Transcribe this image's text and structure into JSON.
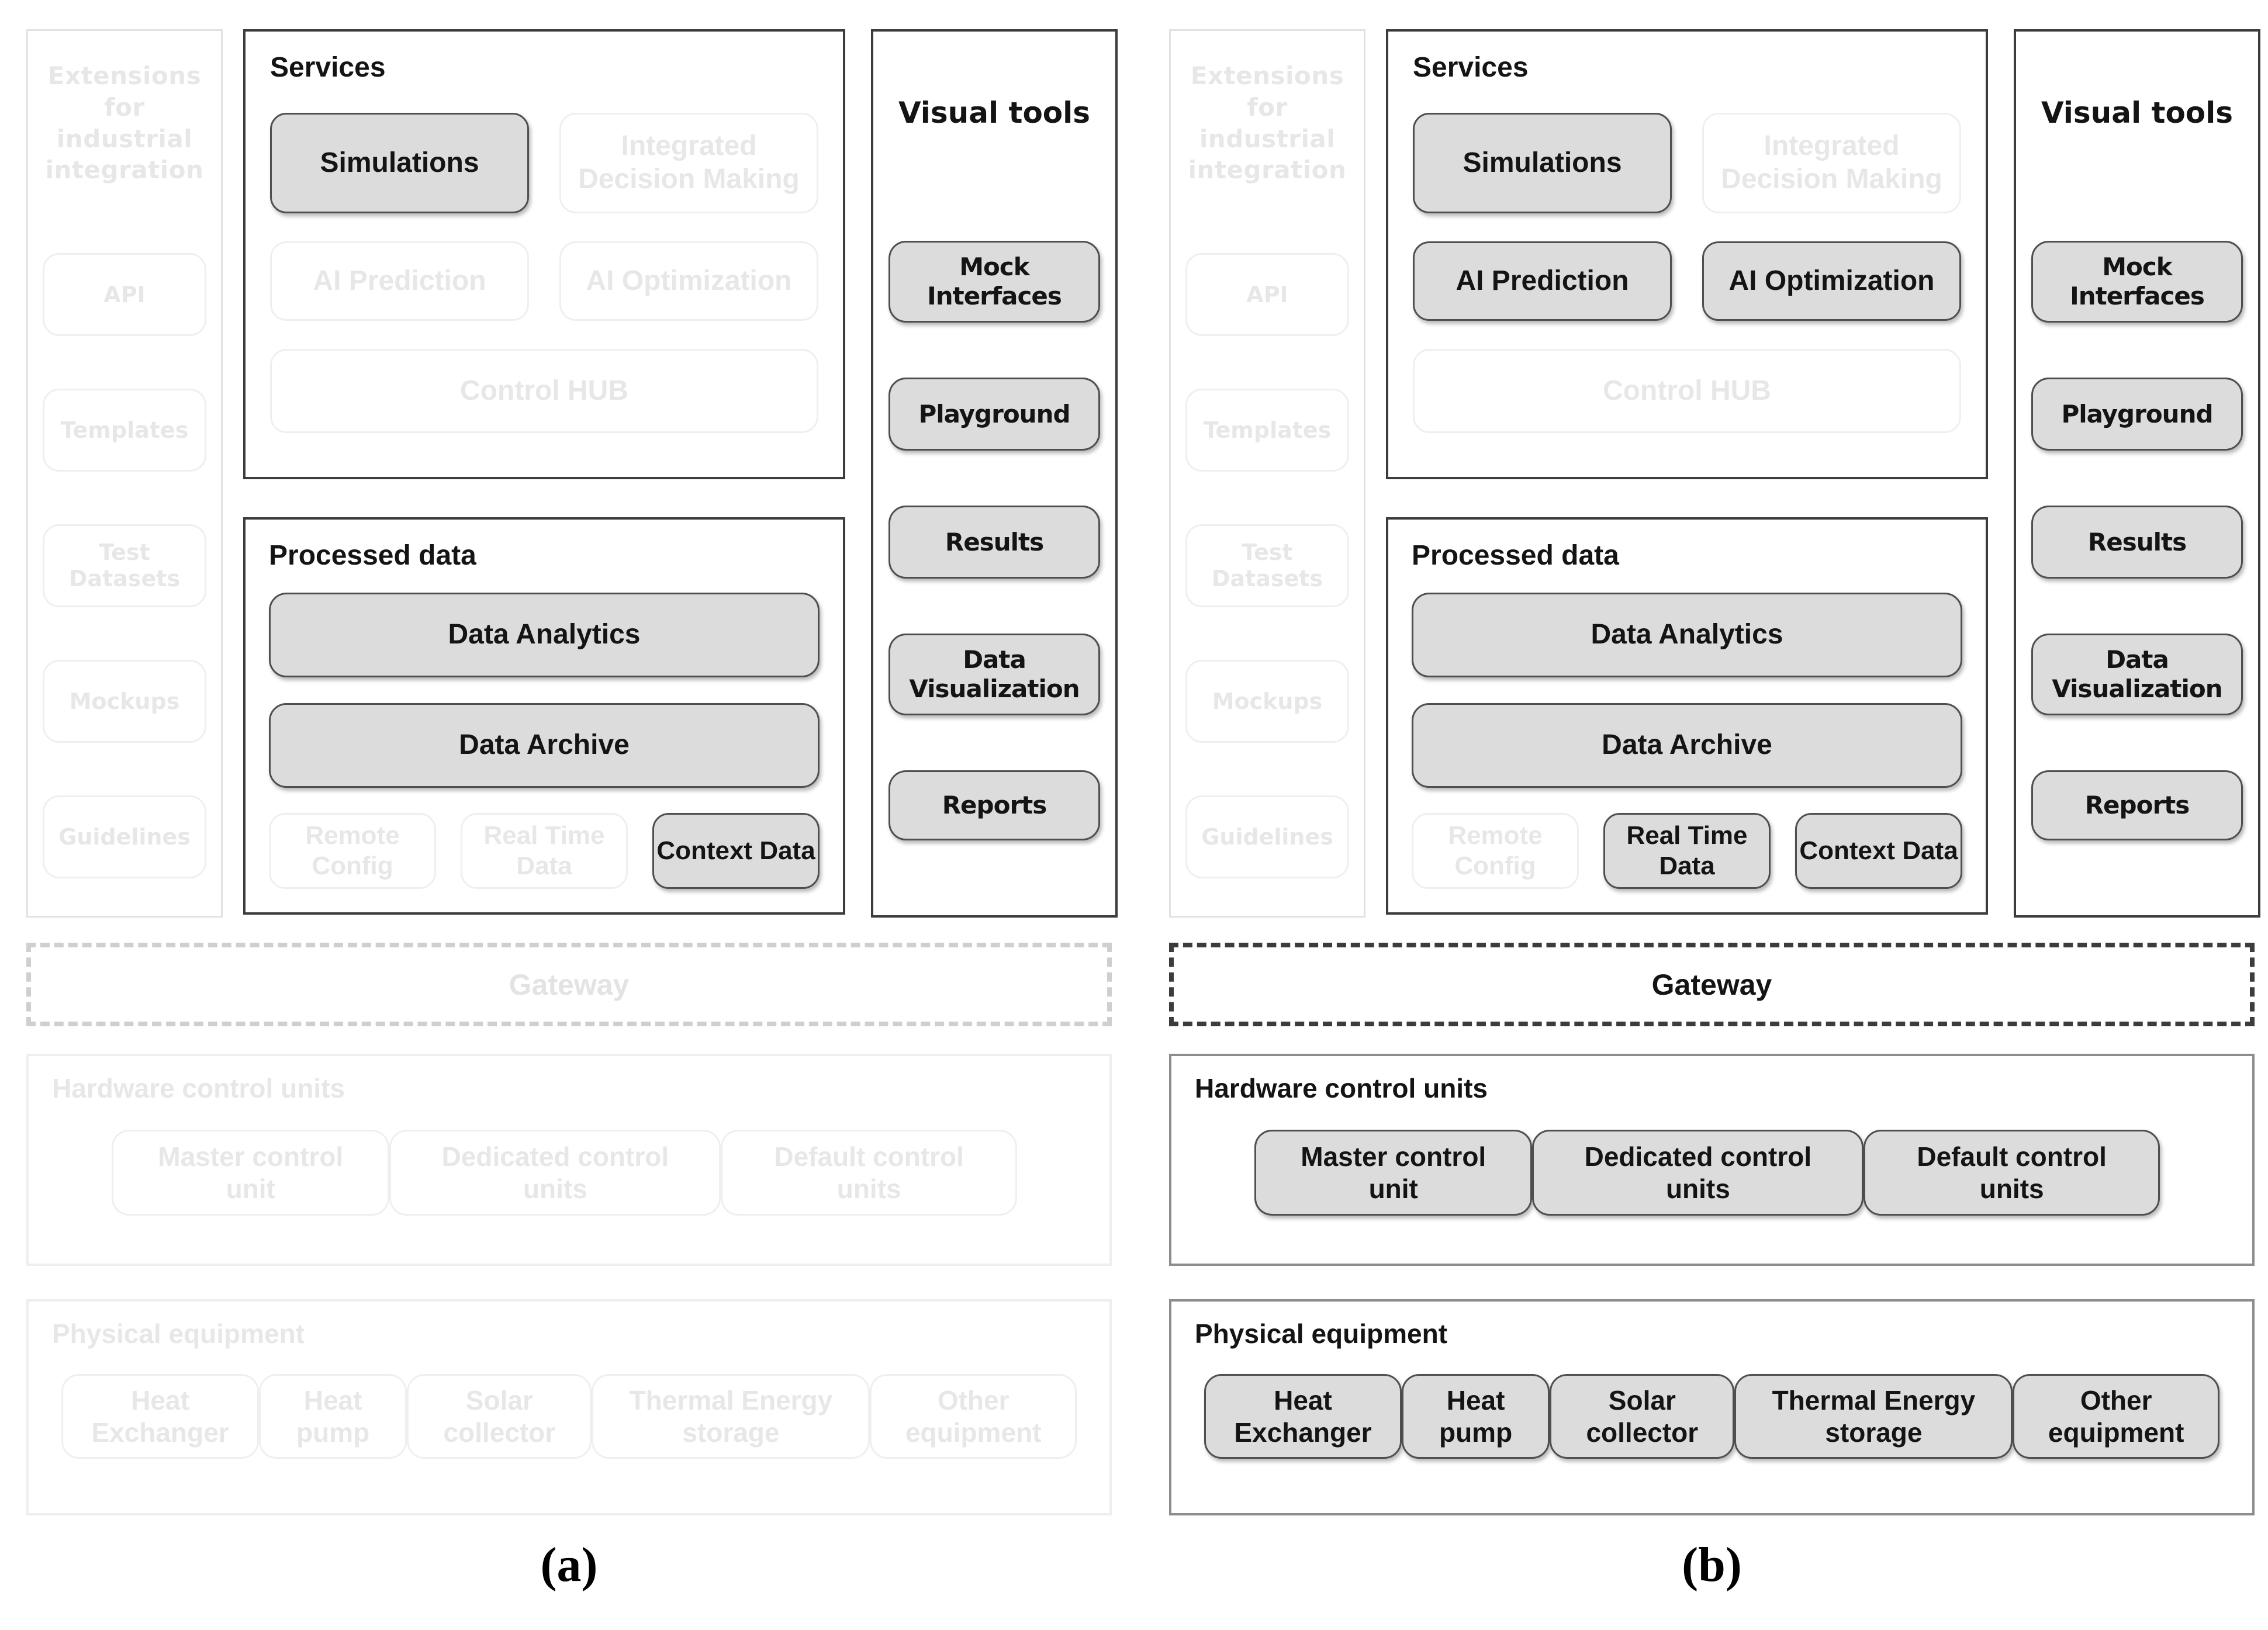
{
  "palette": {
    "active_fill": "#dcdcdc",
    "active_border": "#4f4f4f",
    "active_text": "#141414",
    "ghost_border": "#efefef",
    "ghost_text": "#e7e7e7",
    "section_frame_dark": "#3c3c3c",
    "section_frame_gray": "#8d8d8d",
    "gateway_dash_ghost": "#cfcfcf"
  },
  "panels": [
    {
      "caption": "(a)",
      "extensions": {
        "title": "Extensions for industrial integration",
        "items": [
          {
            "label": "API",
            "active": false
          },
          {
            "label": "Templates",
            "active": false
          },
          {
            "label": "Test Datasets",
            "active": false
          },
          {
            "label": "Mockups",
            "active": false
          },
          {
            "label": "Guidelines",
            "active": false
          }
        ]
      },
      "services": {
        "title": "Services",
        "items": [
          {
            "label": "Simulations",
            "active": true
          },
          {
            "label": "Integrated Decision Making",
            "active": false
          },
          {
            "label": "AI Prediction",
            "active": false
          },
          {
            "label": "AI Optimization",
            "active": false
          },
          {
            "label": "Control HUB",
            "active": false
          }
        ]
      },
      "processed": {
        "title": "Processed data",
        "items": [
          {
            "label": "Data Analytics",
            "active": true
          },
          {
            "label": "Data Archive",
            "active": true
          },
          {
            "label": "Remote Config",
            "active": false
          },
          {
            "label": "Real Time Data",
            "active": false
          },
          {
            "label": "Context Data",
            "active": true
          }
        ]
      },
      "visual_tools": {
        "title": "Visual tools",
        "items": [
          {
            "label": "Mock Interfaces",
            "active": true
          },
          {
            "label": "Playground",
            "active": true
          },
          {
            "label": "Results",
            "active": true
          },
          {
            "label": "Data Visualization",
            "active": true
          },
          {
            "label": "Reports",
            "active": true
          }
        ]
      },
      "gateway": {
        "label": "Gateway",
        "active": false
      },
      "hardware": {
        "title": "Hardware control units",
        "active": false,
        "items": [
          {
            "label": "Master control unit",
            "active": false
          },
          {
            "label": "Dedicated control units",
            "active": false
          },
          {
            "label": "Default control units",
            "active": false
          }
        ]
      },
      "physical": {
        "title": "Physical equipment",
        "active": false,
        "items": [
          {
            "label": "Heat Exchanger",
            "active": false
          },
          {
            "label": "Heat pump",
            "active": false
          },
          {
            "label": "Solar collector",
            "active": false
          },
          {
            "label": "Thermal Energy storage",
            "active": false
          },
          {
            "label": "Other equipment",
            "active": false
          }
        ]
      }
    },
    {
      "caption": "(b)",
      "extensions": {
        "title": "Extensions for industrial integration",
        "items": [
          {
            "label": "API",
            "active": false
          },
          {
            "label": "Templates",
            "active": false
          },
          {
            "label": "Test Datasets",
            "active": false
          },
          {
            "label": "Mockups",
            "active": false
          },
          {
            "label": "Guidelines",
            "active": false
          }
        ]
      },
      "services": {
        "title": "Services",
        "items": [
          {
            "label": "Simulations",
            "active": true
          },
          {
            "label": "Integrated Decision Making",
            "active": false
          },
          {
            "label": "AI Prediction",
            "active": true
          },
          {
            "label": "AI Optimization",
            "active": true
          },
          {
            "label": "Control HUB",
            "active": false
          }
        ]
      },
      "processed": {
        "title": "Processed data",
        "items": [
          {
            "label": "Data Analytics",
            "active": true
          },
          {
            "label": "Data Archive",
            "active": true
          },
          {
            "label": "Remote Config",
            "active": false
          },
          {
            "label": "Real Time Data",
            "active": true
          },
          {
            "label": "Context Data",
            "active": true
          }
        ]
      },
      "visual_tools": {
        "title": "Visual tools",
        "items": [
          {
            "label": "Mock Interfaces",
            "active": true
          },
          {
            "label": "Playground",
            "active": true
          },
          {
            "label": "Results",
            "active": true
          },
          {
            "label": "Data Visualization",
            "active": true
          },
          {
            "label": "Reports",
            "active": true
          }
        ]
      },
      "gateway": {
        "label": "Gateway",
        "active": true
      },
      "hardware": {
        "title": "Hardware control units",
        "active": true,
        "items": [
          {
            "label": "Master control unit",
            "active": true
          },
          {
            "label": "Dedicated control units",
            "active": true
          },
          {
            "label": "Default control units",
            "active": true
          }
        ]
      },
      "physical": {
        "title": "Physical equipment",
        "active": true,
        "items": [
          {
            "label": "Heat Exchanger",
            "active": true
          },
          {
            "label": "Heat pump",
            "active": true
          },
          {
            "label": "Solar collector",
            "active": true
          },
          {
            "label": "Thermal Energy storage",
            "active": true
          },
          {
            "label": "Other equipment",
            "active": true
          }
        ]
      }
    }
  ]
}
